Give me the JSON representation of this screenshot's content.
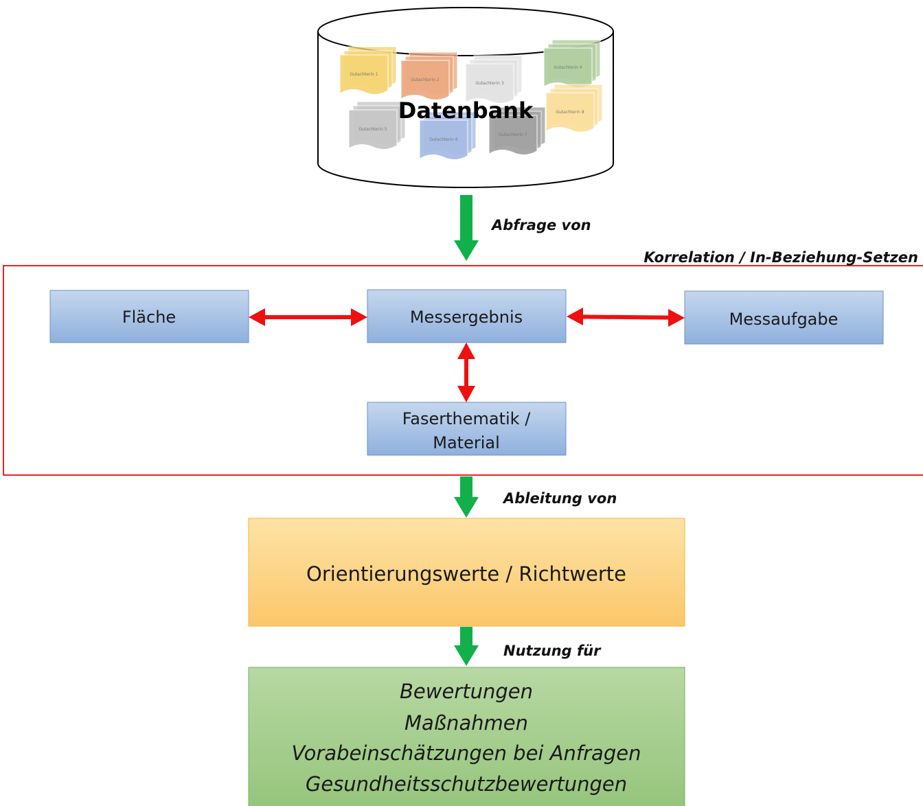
{
  "database": {
    "label": "Datenbank",
    "documents": [
      {
        "label": "Gutachterin 1",
        "color": "#f5d575"
      },
      {
        "label": "Gutachterin 2",
        "color": "#ecab83"
      },
      {
        "label": "Gutachterin 3",
        "color": "#e3e3e3"
      },
      {
        "label": "Gutachterin 4",
        "color": "#b2cfa1"
      },
      {
        "label": "Gutachterin 5",
        "color": "#c7c7c7"
      },
      {
        "label": "Gutachterin 6",
        "color": "#a8bde4"
      },
      {
        "label": "Gutachterin 7",
        "color": "#a3a3a3"
      },
      {
        "label": "Gutachterin 8",
        "color": "#fbdf9f"
      }
    ]
  },
  "labels": {
    "query": "Abfrage von",
    "correlation": "Korrelation / In-Beziehung-Setzen",
    "derivation": "Ableitung von",
    "usage": "Nutzung für"
  },
  "nodes": {
    "flaeche": "Fläche",
    "messergebnis": "Messergebnis",
    "messaufgabe": "Messaufgabe",
    "faser_line1": "Faserthematik /",
    "faser_line2": "Material",
    "orientation": "Orientierungswerte / Richtwerte",
    "usage_items": [
      "Bewertungen",
      "Maßnahmen",
      "Vorabeinschätzungen bei Anfragen",
      "Gesundheitsschutzbewertungen"
    ]
  },
  "colors": {
    "blue_box_top": "#c5d7ee",
    "blue_box_bottom": "#8fb0dd",
    "blue_border": "#6e8fc4",
    "orange_top": "#fde3a6",
    "orange_bottom": "#fbc76b",
    "orange_border": "#f0b43a",
    "green_top": "#b7d8a3",
    "green_bottom": "#94c47a",
    "green_border": "#78ad5c",
    "green_arrow": "#11b04a",
    "red_arrow": "#ee1111",
    "frame": "#ee2222"
  }
}
